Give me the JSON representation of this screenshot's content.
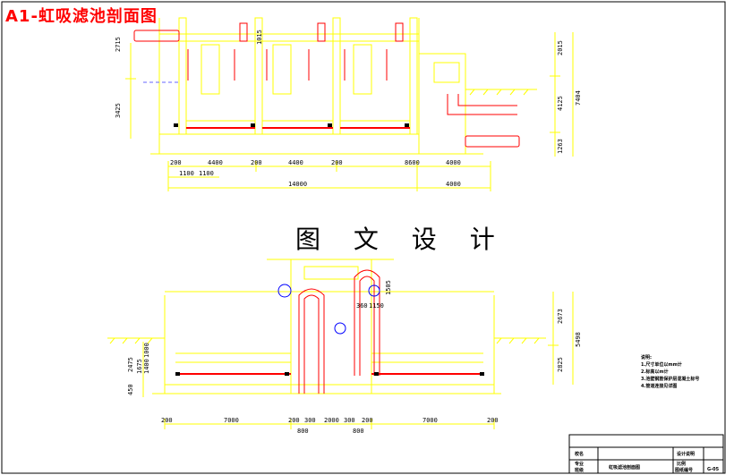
{
  "drawing": {
    "title": "A1-虹吸滤池剖面图",
    "watermark": "图 文 设 计"
  },
  "top_section": {
    "left_dims": [
      "2715",
      "3425"
    ],
    "right_dims": [
      "2015",
      "4125",
      "1263",
      "7404"
    ],
    "inner_dim": "1015",
    "bottom_row1": [
      "200",
      "4400",
      "200",
      "4400",
      "200",
      "8600",
      "4000"
    ],
    "bottom_row2": [
      "1100",
      "1100"
    ],
    "bottom_total": [
      "14000",
      "4000"
    ]
  },
  "bottom_section": {
    "left_dims": [
      "2475",
      "1675",
      "1400",
      "1000",
      "450"
    ],
    "right_dims": [
      "2673",
      "5498",
      "2825"
    ],
    "inner_dims": [
      "360",
      "1150",
      "1505"
    ],
    "bottom_row": [
      "200",
      "7000",
      "200",
      "300",
      "2000",
      "300",
      "200",
      "7000",
      "200"
    ],
    "bottom_sub": [
      "800",
      "800"
    ]
  },
  "notes": {
    "heading": "说明:",
    "items": [
      "1.尺寸单位以mm计",
      "2.标高以m计",
      "3.池壁钢筋保护层混凝土标号",
      "4.管道连接见详图"
    ]
  },
  "title_block": {
    "row1": [
      "校名",
      "",
      "设计说明",
      ""
    ],
    "row2": [
      "专业",
      "",
      "比例",
      ""
    ],
    "row3": [
      "班级",
      "虹吸滤池剖面图",
      "图纸编号",
      "G-05"
    ]
  },
  "colors": {
    "yellow": "#ffff00",
    "red": "#ff0000",
    "blue": "#0000ff",
    "black": "#000000"
  }
}
